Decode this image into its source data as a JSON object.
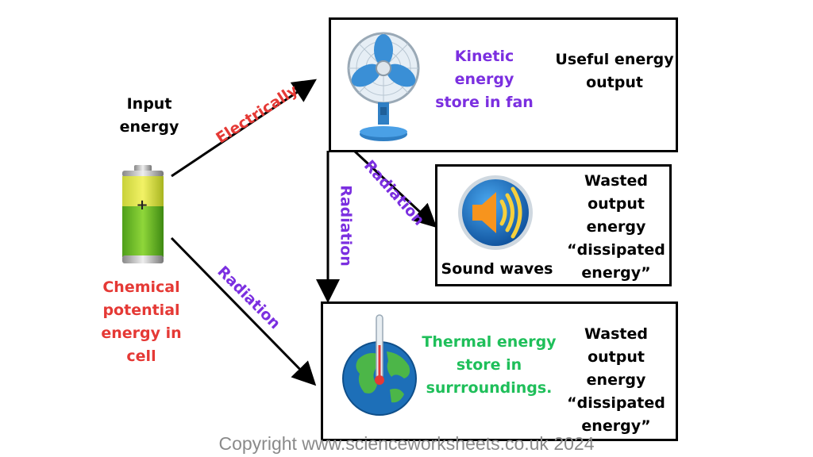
{
  "source": {
    "input_label": "Input energy",
    "store_label": "Chemical potential energy in cell"
  },
  "arrows": {
    "electrically": "Electrically",
    "radiation_to_sound": "Radiation",
    "radiation_vertical": "Radiation",
    "radiation_to_thermal": "Radiation"
  },
  "fan_box": {
    "store": "Kinetic energy store in fan",
    "output": "Useful energy output"
  },
  "sound_box": {
    "caption": "Sound waves",
    "output": "Wasted output energy “dissipated energy”"
  },
  "thermal_box": {
    "store": "Thermal energy store in surrroundings.",
    "output": "Wasted output energy “dissipated energy”"
  },
  "footer": {
    "copyright": "Copyright www.scienceworksheets.co.uk 2024"
  },
  "colors": {
    "red_text": "#e53935",
    "purple_text": "#7b2fe0",
    "green_text": "#1fbf5a",
    "black": "#000000",
    "copyright_grey": "#8a8a8a"
  },
  "icons": [
    "battery-icon",
    "fan-icon",
    "speaker-icon",
    "earth-thermometer-icon"
  ]
}
